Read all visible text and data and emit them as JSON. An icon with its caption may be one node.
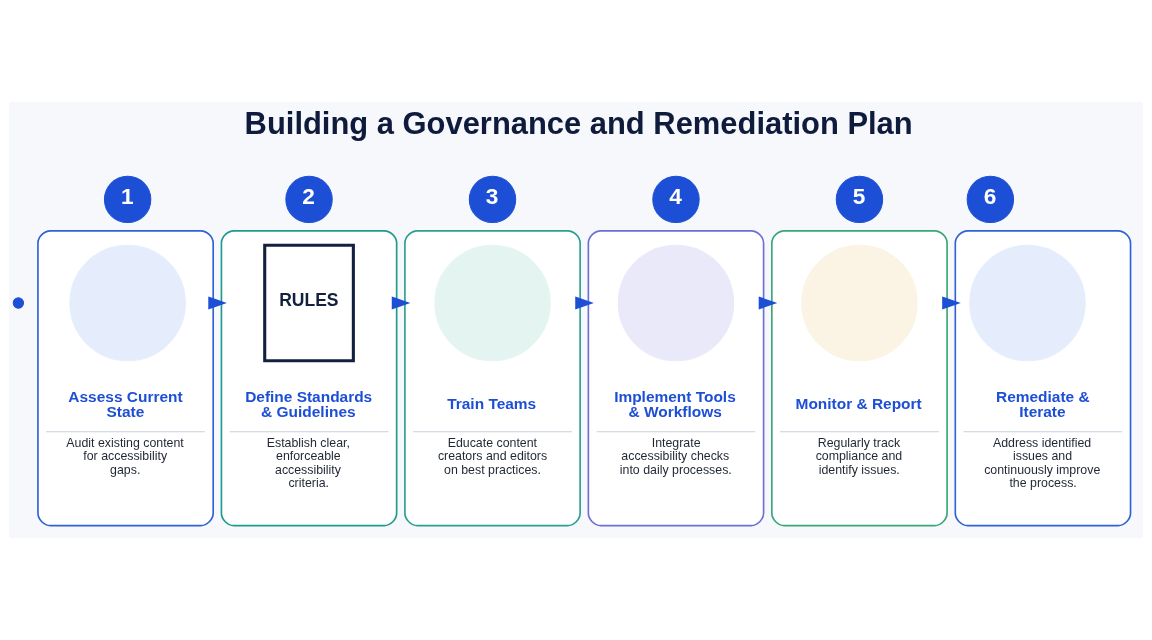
{
  "diagram": {
    "title": "Building a Governance and Remediation Plan",
    "nodes": [
      {
        "text": [
          "1"
        ]
      },
      {
        "text": [
          "Assess Current State",
          "Audit existing content for accessibility gaps."
        ]
      },
      {
        "text": [],
        "shape": "circle",
        "in": 1
      },
      {
        "text": [
          "2"
        ]
      },
      {
        "text": [
          "Define Standards & Guidelines",
          "Establish clear, enforceable accessibility criteria."
        ]
      },
      {
        "text": [
          "RULES"
        ],
        "in": 4
      },
      {
        "text": [
          "3"
        ]
      },
      {
        "text": [
          "Train Teams",
          "Educate content creators and editors on best practices."
        ]
      },
      {
        "text": [],
        "shape": "circle",
        "in": 7
      },
      {
        "text": [
          "4"
        ]
      },
      {
        "text": [
          "Implement Tools & Workflows",
          "Integrate accessibility checks into daily processes."
        ]
      },
      {
        "text": [],
        "shape": "circle",
        "in": 10
      },
      {
        "text": [
          "5"
        ]
      },
      {
        "text": [
          "Monitor & Report",
          "Regularly track compliance and identify issues."
        ]
      },
      {
        "text": [],
        "shape": "circle",
        "in": 13
      },
      {
        "text": [
          "6"
        ]
      },
      {
        "text": [
          "Remediate & Iterate",
          "Address identified issues and continuously improve the process."
        ]
      },
      {
        "text": [],
        "shape": "circle",
        "in": 16
      },
      {
        "text": [],
        "shape": "circle"
      }
    ],
    "edges": [
      {
        "from": 1,
        "to": 4,
        "arrow": "to"
      },
      {
        "from": 4,
        "to": 7,
        "arrow": "to"
      },
      {
        "from": 7,
        "to": 10,
        "arrow": "to"
      },
      {
        "from": 10,
        "to": 13,
        "arrow": "to"
      },
      {
        "from": 13,
        "to": 16,
        "arrow": "to"
      }
    ]
  }
}
